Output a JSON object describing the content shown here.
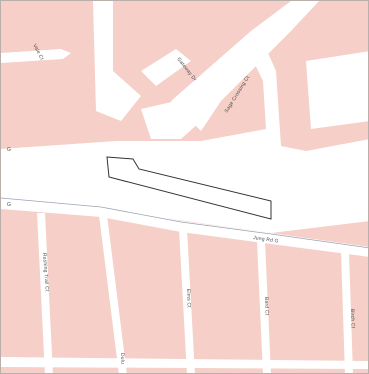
{
  "map": {
    "colors": {
      "parcel_fill": "#f5cfc8",
      "street": "#ffffff",
      "parcel_outline": "#333333",
      "label": "#4a4a4a"
    },
    "street_labels": {
      "top_left": "Vale Ct",
      "center_diag": "Gateway Dr",
      "center_right": "Sage Crossing Ct",
      "left_edge": "G",
      "left_lower": "G",
      "main_road": "Jung Rd G",
      "vertical_1": "Rushing Trail Ct",
      "vertical_2": "Elms Ct",
      "vertical_3": "Bard Ct",
      "vertical_4": "Birch Ct",
      "bottom_center": "Dulu"
    }
  }
}
